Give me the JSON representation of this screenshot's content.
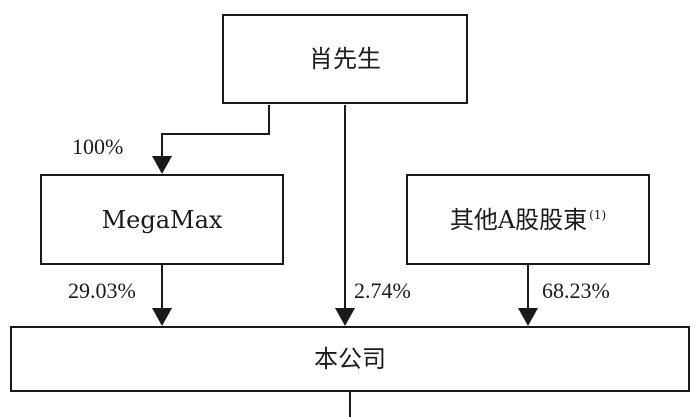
{
  "nodes": {
    "shareholder_person": "肖先生",
    "megamax": "MegaMax",
    "other_a_shareholders": "其他A股股東",
    "other_a_shareholders_note": "(1)",
    "company": "本公司"
  },
  "edges": {
    "person_to_megamax": "100%",
    "megamax_to_company": "29.03%",
    "person_to_company": "2.74%",
    "others_to_company": "68.23%"
  }
}
